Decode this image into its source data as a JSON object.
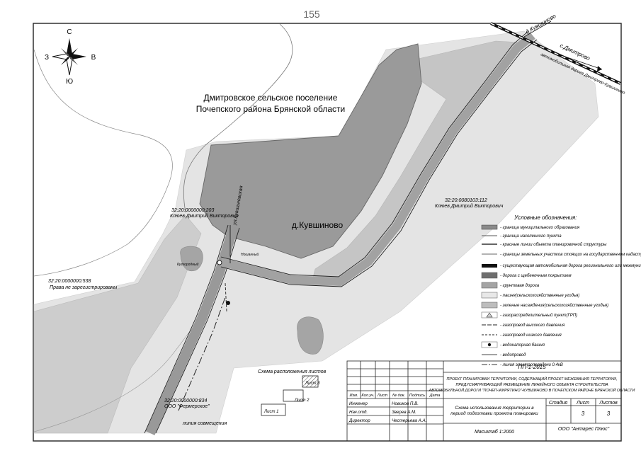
{
  "sheet": {
    "page_number": "155"
  },
  "compass": {
    "north": "С",
    "south": "Ю",
    "west": "З",
    "east": "В"
  },
  "labels": {
    "settlement_area_line1": "Дмитровское сельское поселение",
    "settlement_area_line2": "Почепского района Брянской области",
    "village": "д.Кувшиново",
    "arrow_to_kuvshinovo": "д.Кувшиново",
    "arrow_to_dmitrovo": "с.Дмитрово",
    "highway": "автомобильная дорога Дмитрово-Кувшиново",
    "local_road": "ул.Кувшиновская",
    "combined_line": "линия совмещения",
    "tower_label": "Кузгородный",
    "water_tower_label": "Ношанный",
    "parcel_203_number": "32:20:0000000:203",
    "parcel_203_owner": "Клюев Дмитрий Викторович",
    "parcel_112_number": "32:20:0080103:112",
    "parcel_112_owner": "Клюев Дмитрий Викторович",
    "parcel_538_number": "32:20:0000000:538",
    "parcel_538_owner": "Права не зарегистрированы",
    "parcel_834_number": "32:20:0000000:834",
    "parcel_834_owner": "ООО \"Фермерское\""
  },
  "legend": {
    "title": "Условные обозначения:",
    "items": [
      {
        "name": "municipal-boundary",
        "label": "- граница муниципального образования",
        "color": "#8a8a8a"
      },
      {
        "name": "settlement-boundary",
        "label": "- граница населенного пункта",
        "color": "#555555"
      },
      {
        "name": "red-lines",
        "label": "- красные линии объекта планировочной структуры",
        "color": "#333333"
      },
      {
        "name": "cadastre-boundary",
        "label": "- границы земельных участков стоящих на государственном кадастровом учете",
        "color": "#666666"
      },
      {
        "name": "existing-road",
        "label": "- существующая автомобильная дорога регионального или межмуниципального значения",
        "color": "#111111"
      },
      {
        "name": "gravel-road",
        "label": "- дорога с щебеночным покрытием",
        "color": "#6e6e6e"
      },
      {
        "name": "dirt-road",
        "label": "- грунтовая дорога",
        "color": "#a4a4a4"
      },
      {
        "name": "arable-land",
        "label": "- пашня(сельскохозяйственные угодья)",
        "color": "#e8e8e8"
      },
      {
        "name": "green-plantings",
        "label": "- зеленые насаждения(сельскохозяйственные угодья)",
        "color": "#bdbdbd"
      },
      {
        "name": "gas-point",
        "label": "- газораспределительный пункт(ГРП)",
        "color": "#d0d0d0"
      },
      {
        "name": "high-pressure-gas",
        "label": "- газопровод высокого давления",
        "color": "#222222"
      },
      {
        "name": "low-pressure-gas",
        "label": "- газопровод низкого давления",
        "color": "#222222"
      },
      {
        "name": "water-tower",
        "label": "- водонапорная башня",
        "color": "#111111"
      },
      {
        "name": "water-pipe",
        "label": "- водопровод",
        "color": "#444444"
      },
      {
        "name": "power-line",
        "label": "- линия электропередачи 0.4кВ",
        "color": "#333333"
      }
    ]
  },
  "sheet_layout": {
    "title": "Схема расположения листов",
    "sheet1": "Лист 1",
    "sheet2": "Лист 2",
    "sheet3": "Лист 3"
  },
  "title_block": {
    "code": "ПП-1-2015",
    "project_title": "ПРОЕКТ ПЛАНИРОВКИ ТЕРРИТОРИИ, СОДЕРЖАЩИЙ ПРОЕКТ МЕЖЕВАНИЯ ТЕРРИТОРИИ, ПРЕДУСМАТРИВАЮЩИЙ РАЗМЕЩЕНИЕ ЛИНЕЙНОГО ОБЪЕКТА СТРОИТЕЛЬСТВА АВТОМОБИЛЬНОЙ ДОРОГИ \"ПОЧЕП-ЖИРЯТИНО\"-КУВШИНОВО В ПОЧЕПСКОМ РАЙОНЕ БРЯНСКОЙ ОБЛАСТИ",
    "headers": [
      "Изм.",
      "Кол.уч.",
      "Лист",
      "№ док.",
      "Подпись",
      "Дата"
    ],
    "roles": [
      {
        "role": "Инженер",
        "person": "Новиков П.В."
      },
      {
        "role": "Нач.отд.",
        "person": "Зверев А.М."
      },
      {
        "role": "Директор",
        "person": "Честерьева А.А."
      }
    ],
    "drawing_title": "Схема использования территории в период подготовки проекта планировки",
    "stage_header": "Стадия",
    "sheet_header": "Лист",
    "sheets_header": "Листов",
    "sheet_value": "3",
    "sheets_value": "3",
    "scale": "Масштаб 1:2000",
    "company": "ООО \"Антарес Плюс\""
  }
}
